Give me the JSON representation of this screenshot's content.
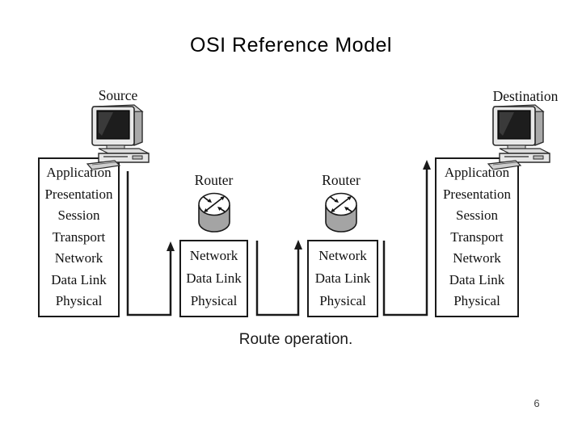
{
  "slide": {
    "title": "OSI Reference Model",
    "caption": "Route operation.",
    "page_number": "6"
  },
  "nodes": {
    "source": {
      "label": "Source",
      "icon": "desktop-computer-icon",
      "layers": [
        "Application",
        "Presentation",
        "Session",
        "Transport",
        "Network",
        "Data Link",
        "Physical"
      ]
    },
    "router1": {
      "label": "Router",
      "icon": "router-icon",
      "layers": [
        "Network",
        "Data Link",
        "Physical"
      ]
    },
    "router2": {
      "label": "Router",
      "icon": "router-icon",
      "layers": [
        "Network",
        "Data Link",
        "Physical"
      ]
    },
    "destination": {
      "label": "Destination",
      "icon": "desktop-computer-icon",
      "layers": [
        "Application",
        "Presentation",
        "Session",
        "Transport",
        "Network",
        "Data Link",
        "Physical"
      ]
    }
  },
  "connectors": [
    "source-to-router1-arrow",
    "router1-to-router2-arrow",
    "router2-to-destination-arrow"
  ],
  "colors": {
    "background": "#ffffff",
    "text": "#111111",
    "line": "#1a1a1a",
    "router_body": "#a4a4a4",
    "screen": "#222222"
  }
}
